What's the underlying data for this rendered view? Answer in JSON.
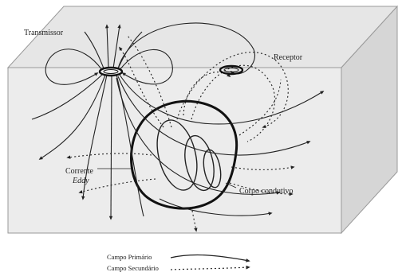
{
  "labels": {
    "transmitter": "Transmissor",
    "receiver": "Receptor",
    "eddy_line1": "Corrente",
    "eddy_line2": "Eddy",
    "conductive_body": "Corpo condutivo"
  },
  "legend": {
    "primary": "Campo Primário",
    "secondary": "Campo Secundário"
  },
  "colors": {
    "block_top": "#e6e6e6",
    "block_front": "#ececec",
    "block_side": "#d4d4d4",
    "line": "#222222"
  }
}
